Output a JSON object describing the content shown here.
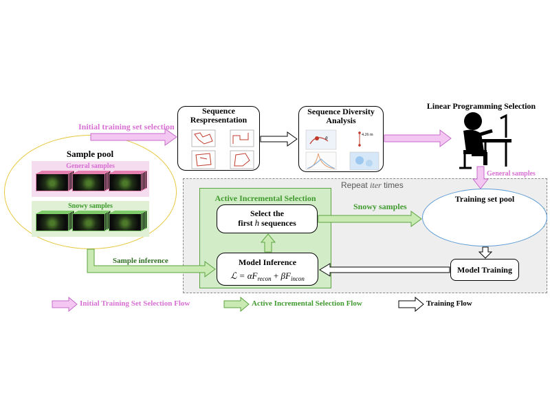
{
  "flows": {
    "initial_selection_label": "Initial training set selection",
    "general_samples_label": "General samples",
    "snowy_samples_label": "Snowy samples",
    "sample_inference_label": "Sample inference"
  },
  "sample_pool": {
    "title": "Sample pool",
    "general_label": "General samples",
    "snowy_label": "Snowy samples"
  },
  "seq_repr": {
    "title_line1": "Sequence",
    "title_line2": "Respresentation"
  },
  "seq_div": {
    "title_line1": "Sequence Diversity",
    "title_line2": "Analysis",
    "dist_label": "4.26 m"
  },
  "lp": {
    "title": "Linear Programming Selection"
  },
  "repeat": {
    "prefix": "Repeat",
    "var": "iter",
    "suffix": "times"
  },
  "active": {
    "title": "Active Incremental Selection",
    "select_line1": "Select the",
    "select_line2_a": "first",
    "select_line2_var": "h",
    "select_line2_b": "sequences",
    "model_inference": "Model Inference",
    "formula": "ℒ = αF_recon + βF_incon"
  },
  "training_pool": {
    "title": "Training set pool"
  },
  "model_training": {
    "label": "Model Training"
  },
  "legend": {
    "initial": "Initial Training Set Selection Flow",
    "active": "Active Incremental Selection Flow",
    "training": "Training Flow"
  },
  "colors": {
    "pink": "#e9a8ef",
    "green": "#b9e3a3",
    "green_text": "#3f9a2e",
    "pink_text": "#d86fd3",
    "oval": "#e8c840",
    "pool_oval": "#5b9bd5",
    "gray_region": "#eeeeee",
    "active_region": "#d3ecc8"
  }
}
